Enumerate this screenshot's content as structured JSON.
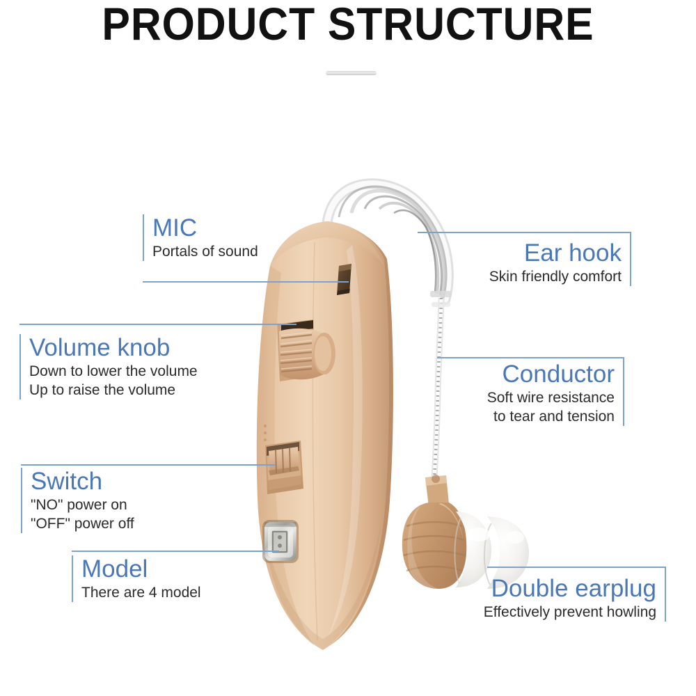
{
  "page": {
    "title": "PRODUCT STRUCTURE",
    "background_color": "#ffffff",
    "accent_color": "#4a77b5",
    "line_color": "#7ba2cf",
    "body_text_color": "#2a2a2a",
    "product_shell_color": "#e3bd98",
    "divider_color": "#d8d8d8"
  },
  "callouts": {
    "mic": {
      "heading": "MIC",
      "lines": [
        "Portals of sound"
      ],
      "side": "left"
    },
    "volume_knob": {
      "heading": "Volume knob",
      "lines": [
        "Down to lower the volume",
        "Up to raise the volume"
      ],
      "side": "left"
    },
    "switch": {
      "heading": "Switch",
      "lines": [
        "\"NO\" power on",
        "\"OFF\" power off"
      ],
      "side": "left"
    },
    "model": {
      "heading": "Model",
      "lines": [
        "There are 4 model"
      ],
      "side": "left"
    },
    "ear_hook": {
      "heading": "Ear hook",
      "lines": [
        "Skin friendly comfort"
      ],
      "side": "right"
    },
    "conductor": {
      "heading": "Conductor",
      "lines": [
        "Soft wire resistance",
        "to tear and tension"
      ],
      "side": "right"
    },
    "double_earplug": {
      "heading": "Double earplug",
      "lines": [
        "Effectively prevent howling"
      ],
      "side": "right"
    }
  },
  "product": {
    "name": "behind-the-ear-hearing-aid",
    "parts": [
      "shell-body",
      "microphone-port",
      "volume-wheel",
      "power-switch",
      "model-indicator-window",
      "ear-hook-tube",
      "conductor-wire",
      "receiver-earplug",
      "double-flange-dome"
    ]
  }
}
